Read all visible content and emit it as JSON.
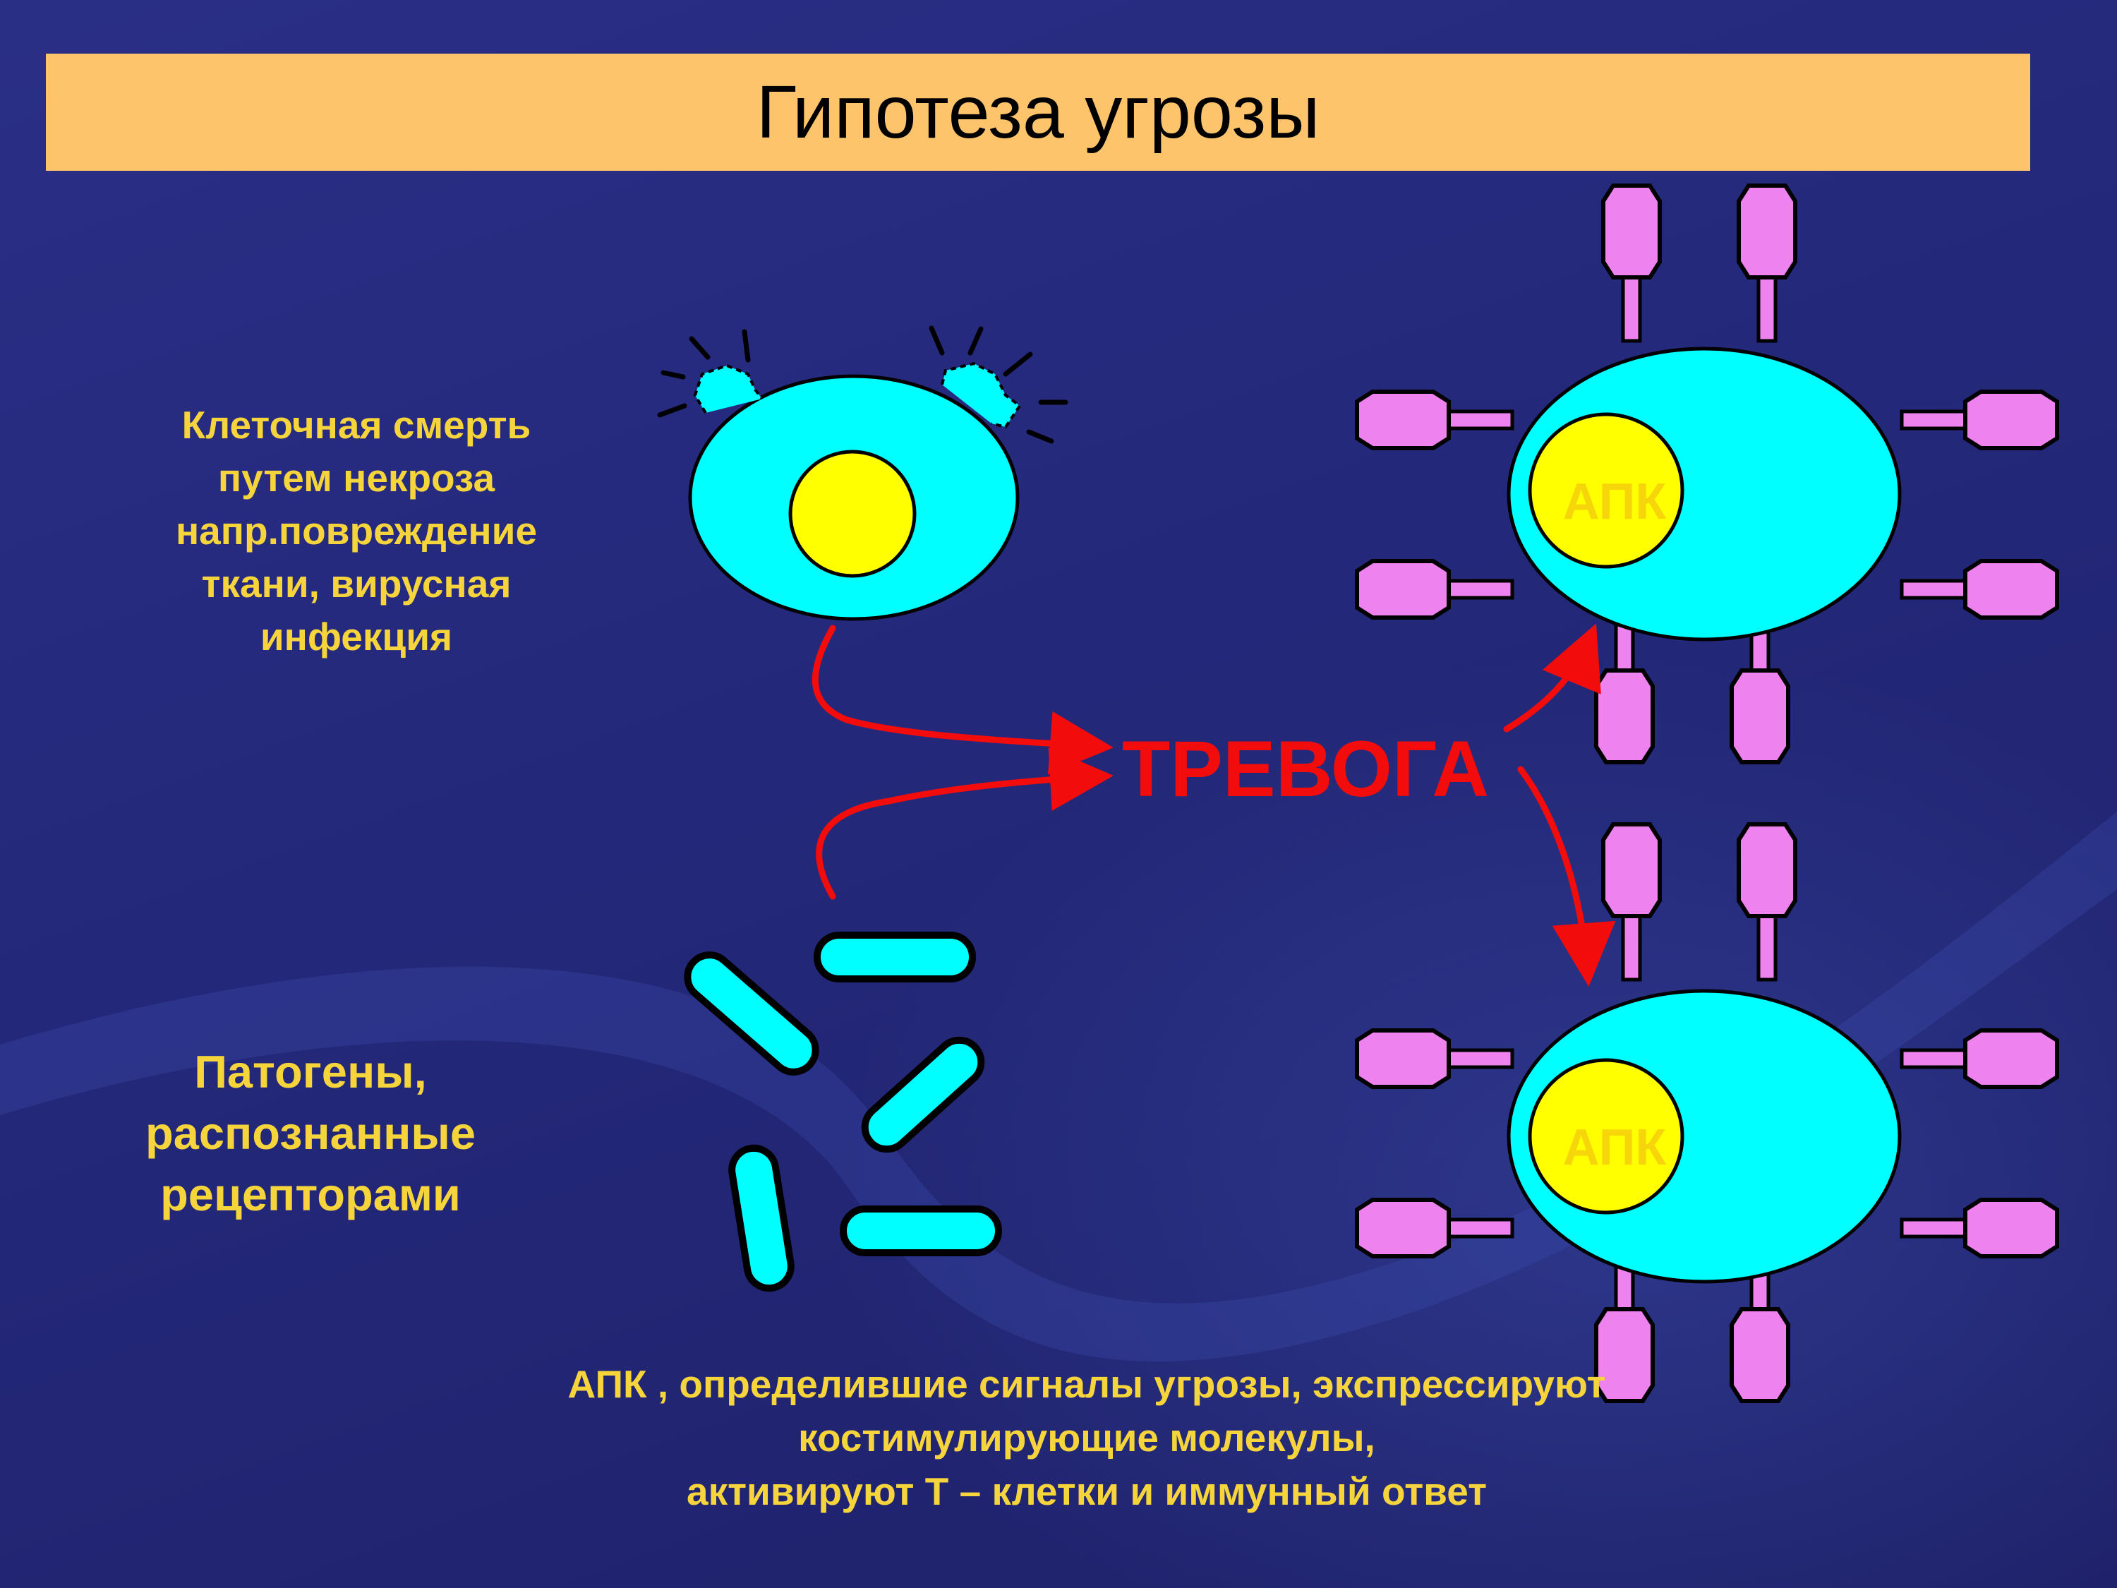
{
  "title": "Гипотеза угрозы",
  "necrosis_label": [
    "Клеточная смерть",
    "путем некроза",
    "напр.повреждение",
    "ткани, вирусная",
    "инфекция"
  ],
  "pathogen_label": [
    "Патогены,",
    "распознанные",
    "рецепторами"
  ],
  "center_label": "ТРЕВОГА",
  "apc_label_top": "АПК",
  "apc_label_bottom": "АПК",
  "bottom_caption": [
    "АПК , определившие сигналы угрозы, экспрессируют",
    "костимулирующие молекулы,",
    "активируют Т – клетки и иммунный ответ"
  ],
  "colors": {
    "background": "#23266e",
    "title_bar": "#fec46c",
    "label_text": "#f6d43c",
    "cell_body": "#00ffff",
    "nucleus": "#ffff00",
    "receptor": "#ee82ee",
    "arrow": "#f20c0c"
  }
}
